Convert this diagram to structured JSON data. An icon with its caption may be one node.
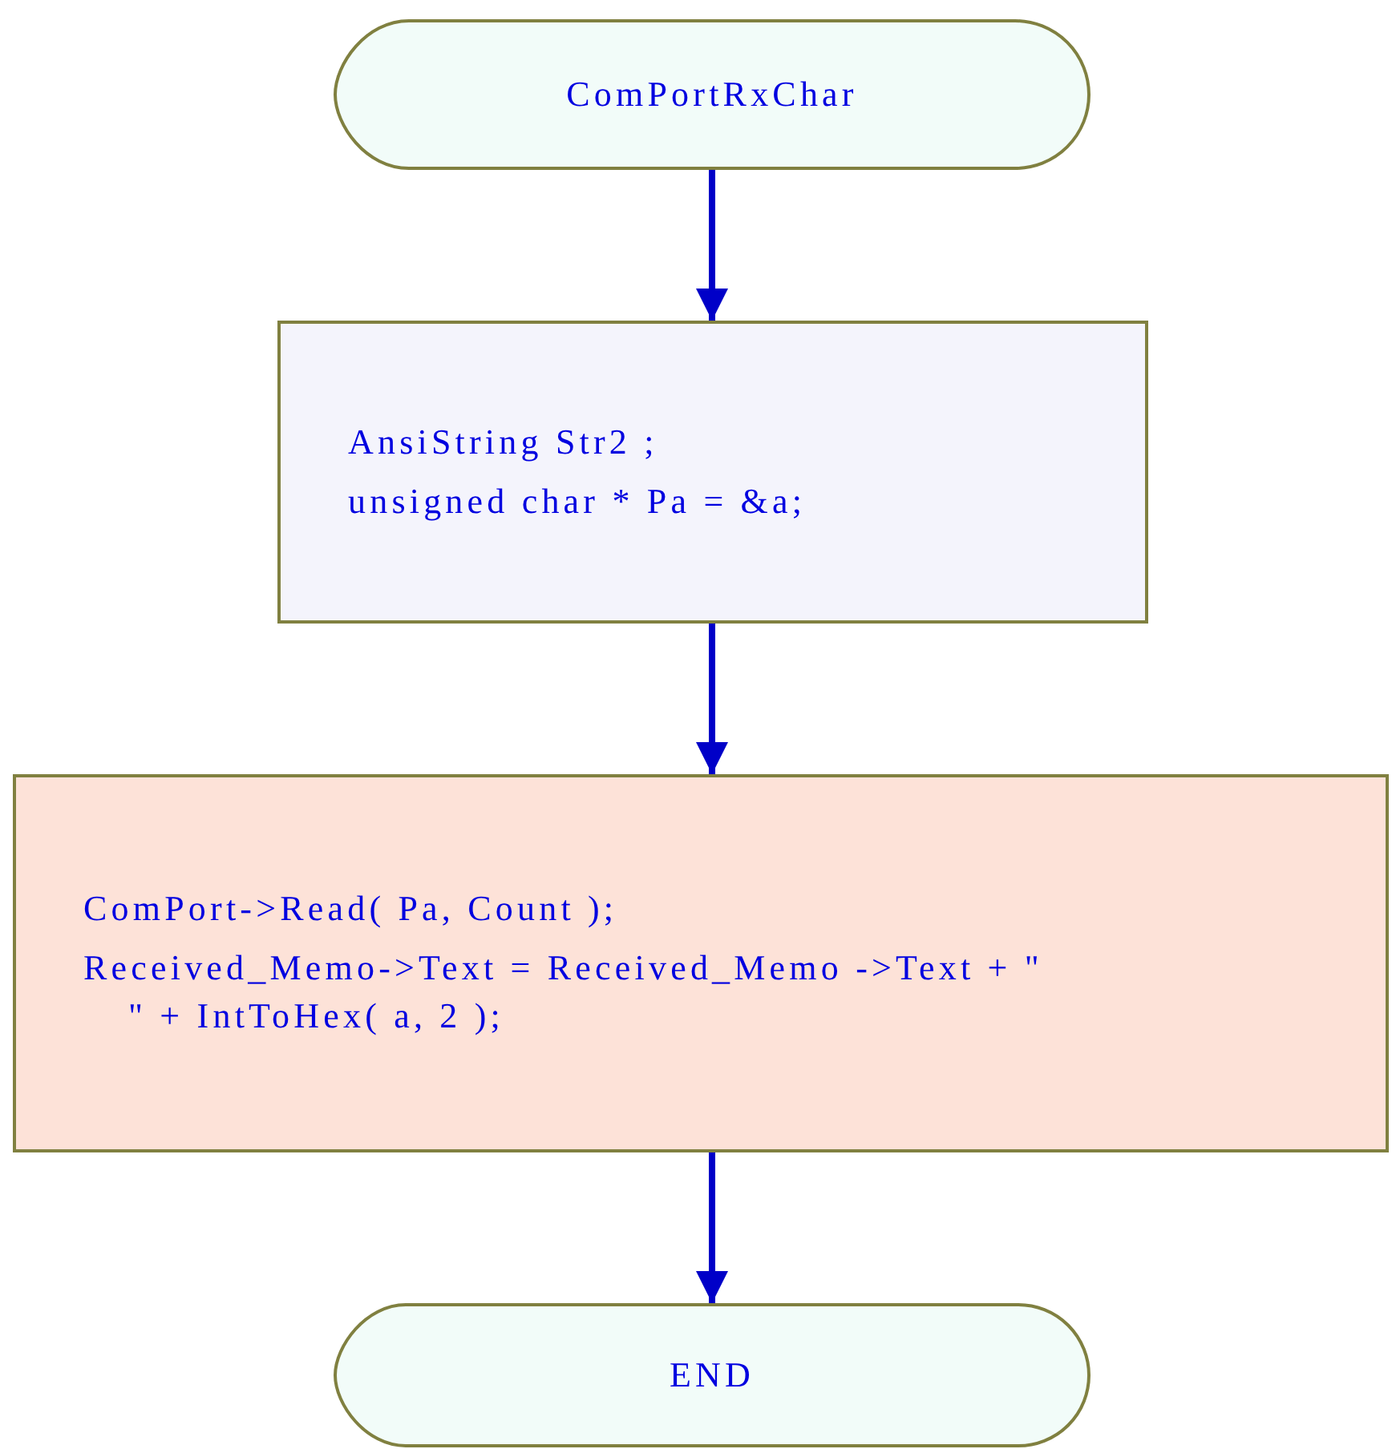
{
  "diagram": {
    "nodes": [
      {
        "text": [
          "ComPortRxChar"
        ]
      },
      {
        "text": [
          "AnsiString Str2 ;",
          "unsigned char * Pa = &a;"
        ]
      },
      {
        "text": [
          "ComPort->Read( Pa, Count );",
          "Received_Memo->Text = Received_Memo ->Text + \"  \" + IntToHex( a, 2 );"
        ]
      },
      {
        "text": [
          "END"
        ]
      }
    ],
    "edges": [
      {
        "from": 0,
        "to": 1,
        "arrow": "to"
      },
      {
        "from": 1,
        "to": 2,
        "arrow": "to"
      },
      {
        "from": 2,
        "to": 3,
        "arrow": "to"
      }
    ]
  }
}
